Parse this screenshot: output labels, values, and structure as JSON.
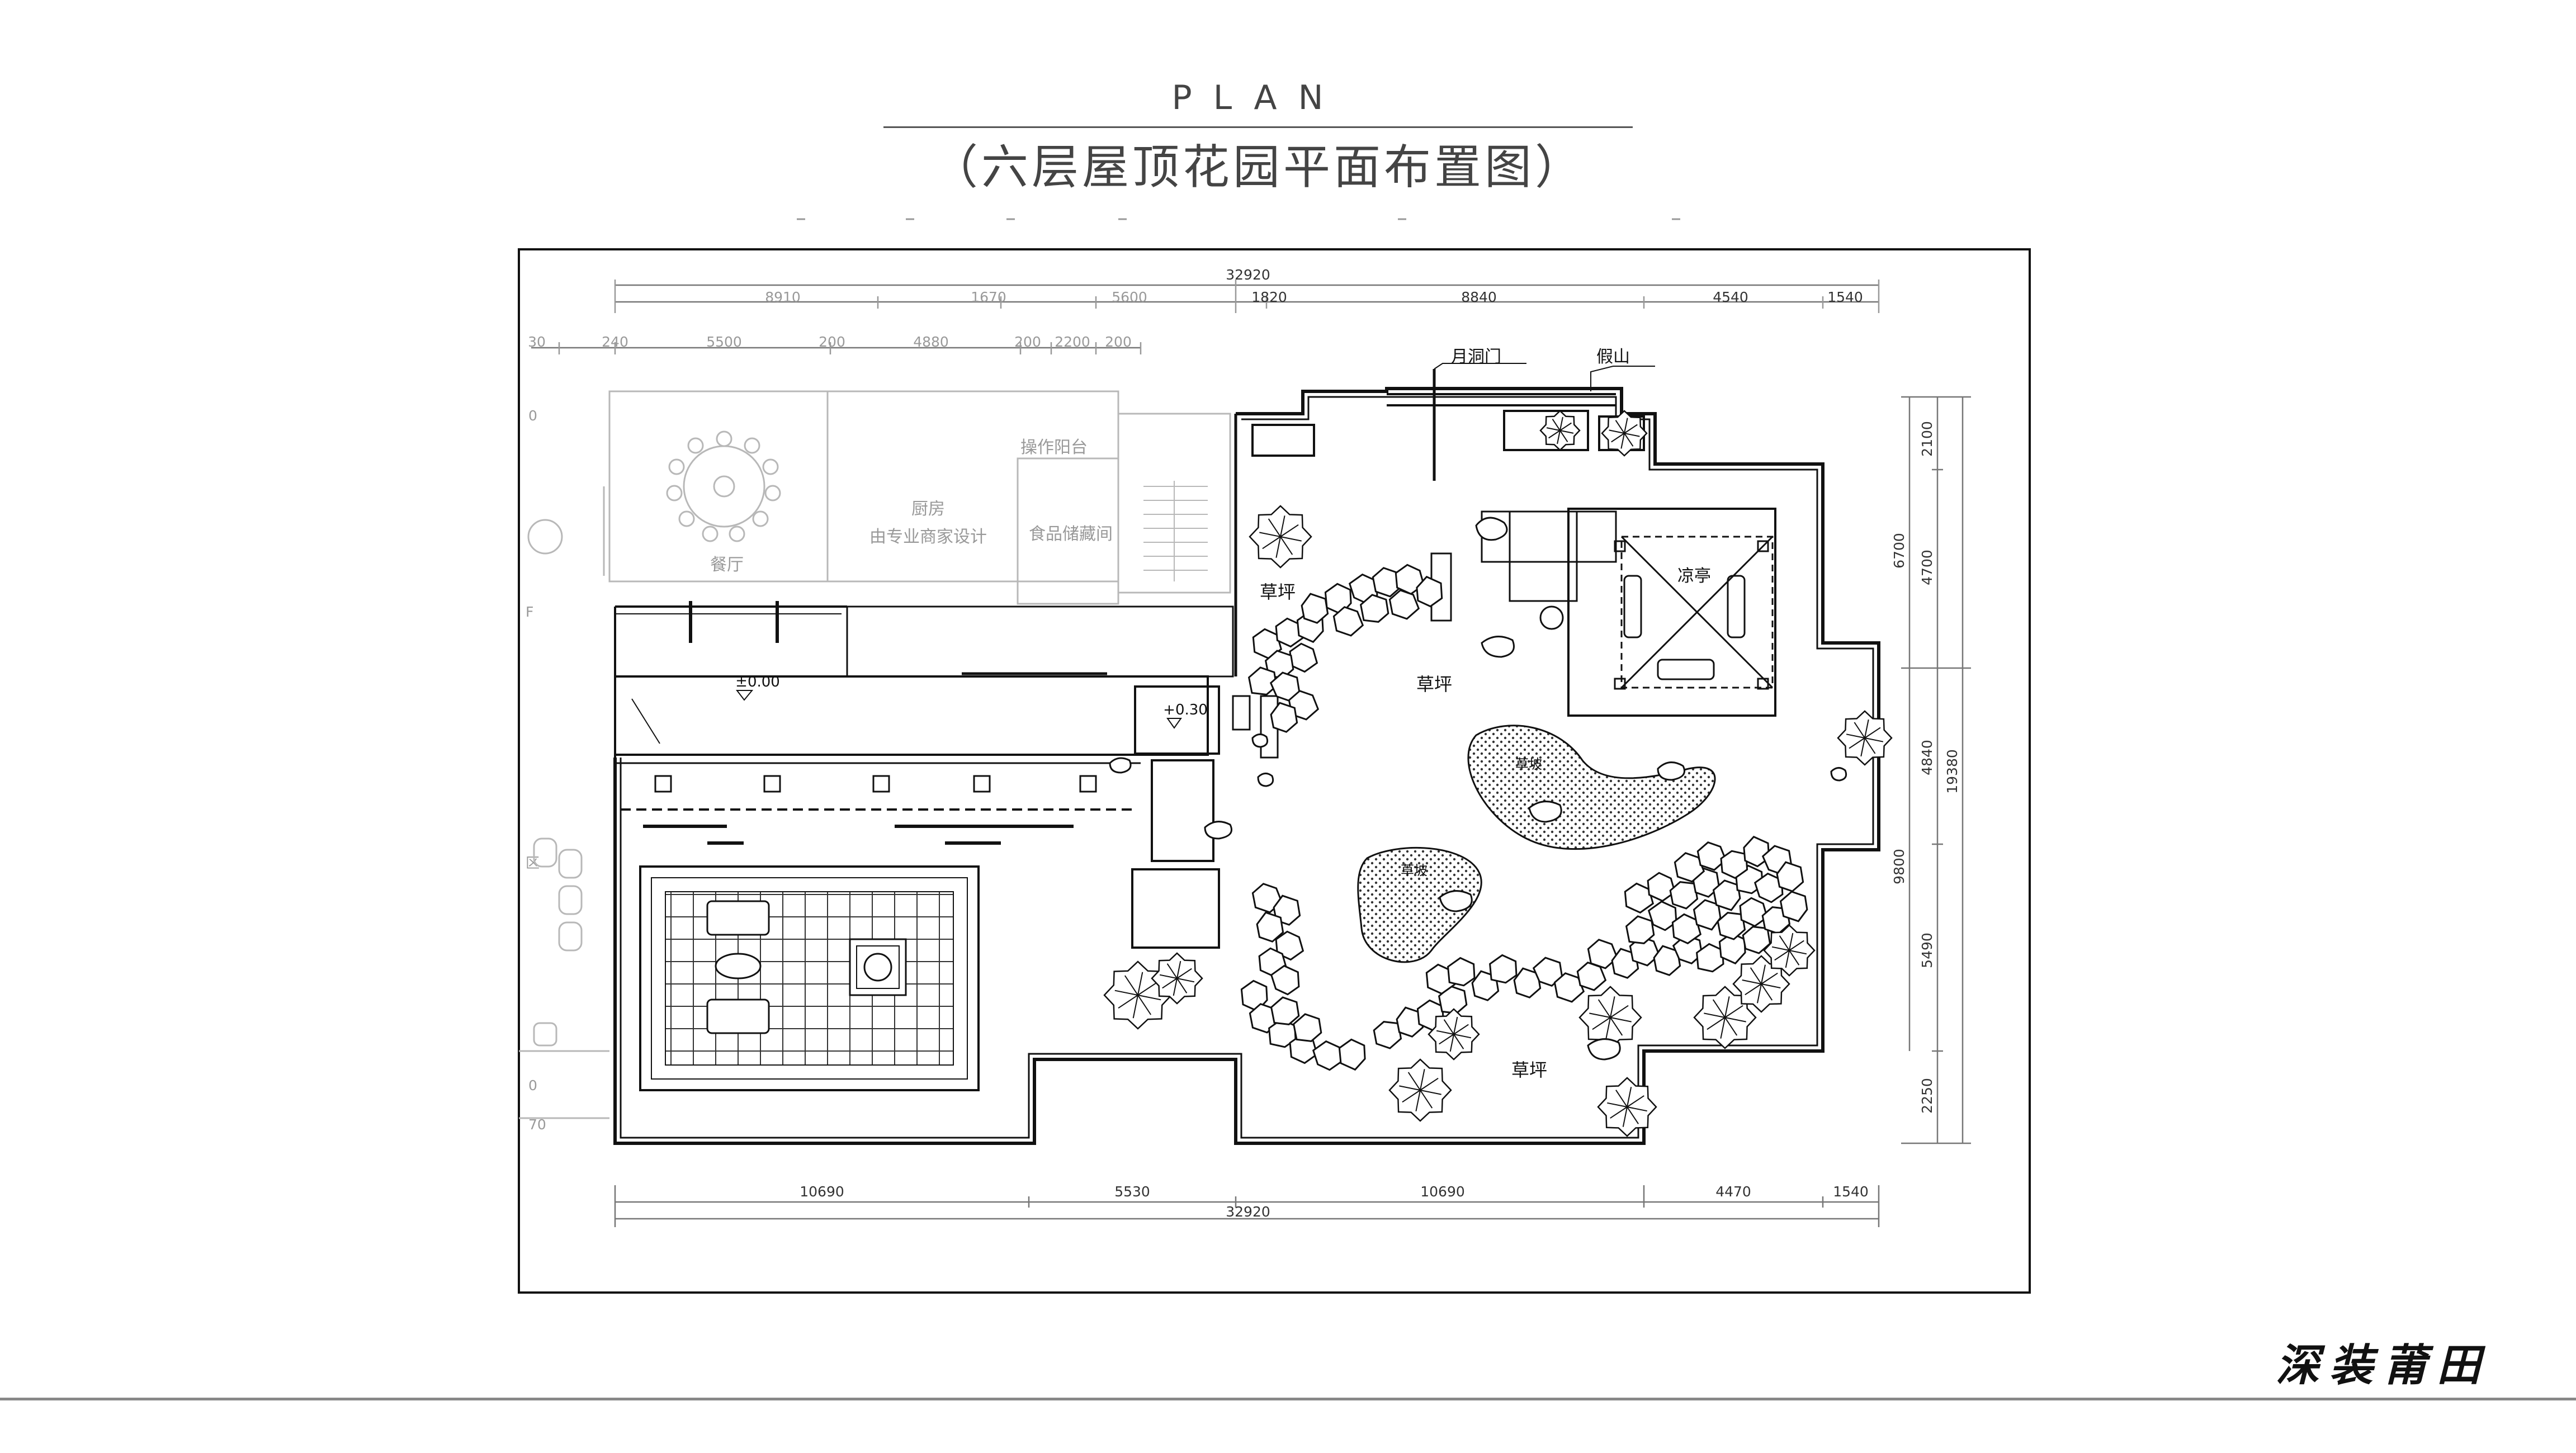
{
  "header": {
    "plan": "PLAN",
    "subtitle": "（六层屋顶花园平面布置图）"
  },
  "brand": {
    "logo_text": "深装莆田"
  },
  "dimensions": {
    "top_total": "32920",
    "top_left_segments": [
      "8910",
      "1670",
      "5600"
    ],
    "top_right_segments": [
      "1820",
      "8840",
      "4540",
      "1540"
    ],
    "top_second_row": [
      "30",
      "240",
      "5500",
      "200",
      "4880",
      "200",
      "2200",
      "200"
    ],
    "bottom_segments": [
      "10690",
      "5530",
      "10690",
      "4470",
      "1540"
    ],
    "bottom_total": "32920",
    "right_outer": [
      "6700",
      "9800"
    ],
    "right_inner": [
      "2100",
      "4700",
      "4840",
      "5490",
      "2250"
    ],
    "right_total": "19380",
    "left_edge": [
      "0",
      "0",
      "70"
    ]
  },
  "labels": {
    "moon_gate": "月洞门",
    "rockery": "假山",
    "pavilion": "凉亭",
    "lawn_1": "草坪",
    "lawn_2": "草坪",
    "lawn_3": "草坪",
    "grass_slope_1": "草坡",
    "grass_slope_2": "草坡",
    "dining": "餐厅",
    "kitchen": "厨房",
    "kitchen_note": "由专业商家设计",
    "service_balcony": "操作阳台",
    "food_storage": "食品储藏间",
    "level_0": "±0.00",
    "level_1": "+0.30",
    "left_zone": "区",
    "left_f": "F"
  },
  "colors": {
    "line": "#111111",
    "faded": "#b8b8b8",
    "dim": "#777777",
    "hatch": "#444444"
  }
}
